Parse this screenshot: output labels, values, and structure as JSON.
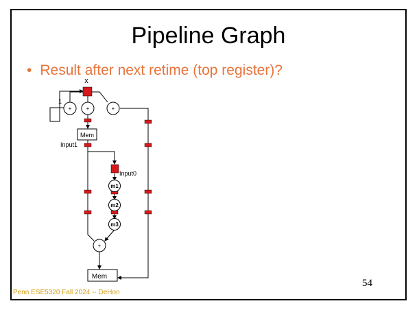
{
  "slide": {
    "title": "Pipeline Graph",
    "bullet": "Result after next retime (top register)?",
    "footer": "Penn ESE5320 Fall 2024 -- DeHon",
    "page_number": "54"
  },
  "graph": {
    "input_x": "x",
    "constant": "1",
    "adder_symbol": "+",
    "mem_top": "Mem",
    "mem_bottom": "Mem",
    "input1": "Input1",
    "input0": "Input0",
    "m1": "m1",
    "m2": "m2",
    "m3": "m3"
  },
  "colors": {
    "accent": "#e8743b",
    "register": "#d7191c",
    "footer": "#d4a017"
  }
}
